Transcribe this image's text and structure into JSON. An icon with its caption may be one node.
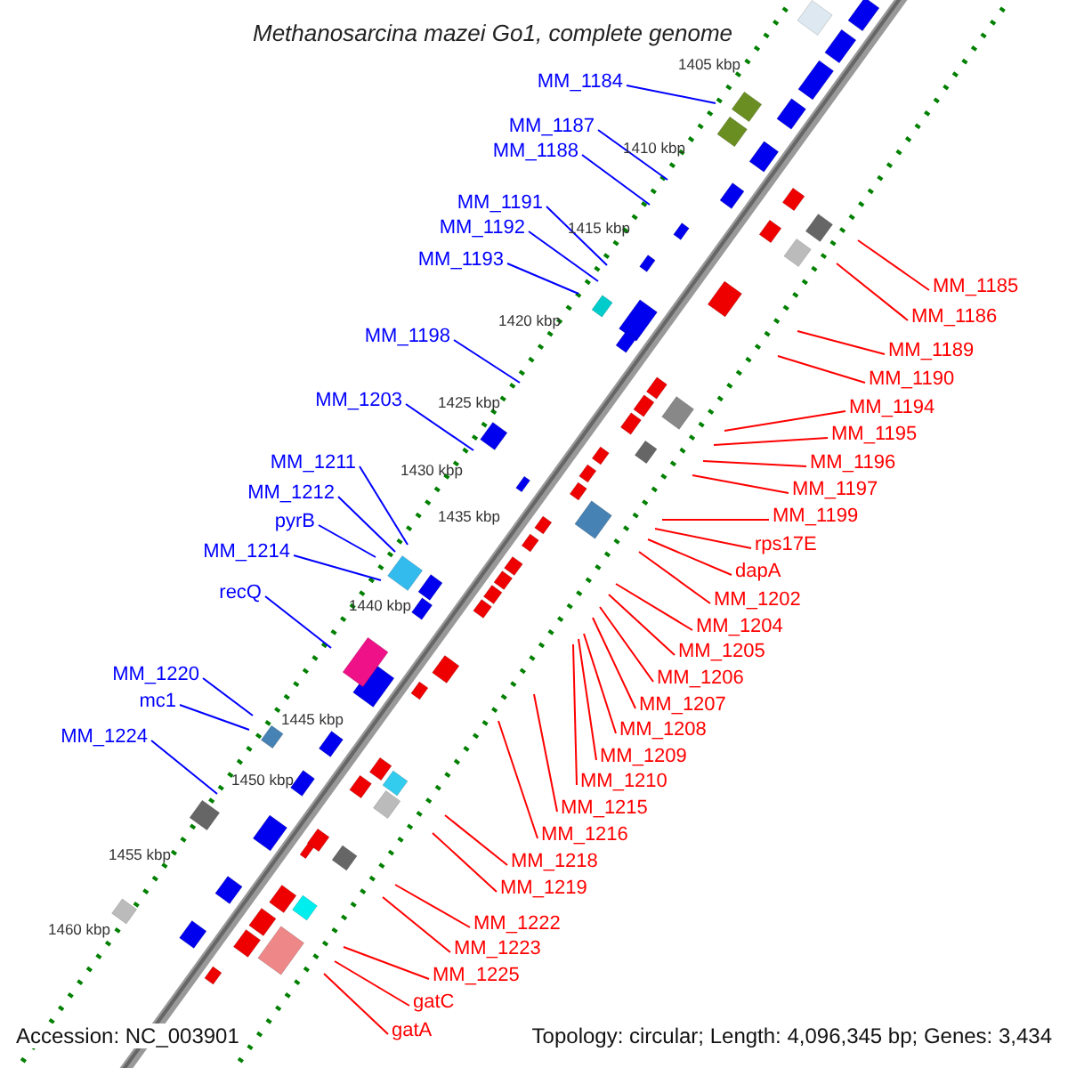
{
  "diagram": {
    "title": "Methanosarcina mazei Go1, complete genome",
    "nodes": [
      {
        "text": [
          "MM_1184"
        ]
      },
      {
        "text": [
          "MM_1187"
        ]
      },
      {
        "text": [
          "MM_1188"
        ]
      },
      {
        "text": [
          "MM_1191"
        ]
      },
      {
        "text": [
          "MM_1192"
        ]
      },
      {
        "text": [
          "MM_1193"
        ]
      },
      {
        "text": [
          "MM_1198"
        ]
      },
      {
        "text": [
          "MM_1203"
        ]
      },
      {
        "text": [
          "MM_1211"
        ]
      },
      {
        "text": [
          "MM_1212"
        ]
      },
      {
        "text": [
          "pyrB"
        ]
      },
      {
        "text": [
          "MM_1214"
        ]
      },
      {
        "text": [
          "recQ"
        ]
      },
      {
        "text": [
          "MM_1220"
        ]
      },
      {
        "text": [
          "mc1"
        ]
      },
      {
        "text": [
          "MM_1224"
        ]
      },
      {
        "text": [
          "MM_1185"
        ]
      },
      {
        "text": [
          "MM_1186"
        ]
      },
      {
        "text": [
          "MM_1189"
        ]
      },
      {
        "text": [
          "MM_1190"
        ]
      },
      {
        "text": [
          "MM_1194"
        ]
      },
      {
        "text": [
          "MM_1195"
        ]
      },
      {
        "text": [
          "MM_1196"
        ]
      },
      {
        "text": [
          "MM_1197"
        ]
      },
      {
        "text": [
          "MM_1199"
        ]
      },
      {
        "text": [
          "rps17E"
        ]
      },
      {
        "text": [
          "dapA"
        ]
      },
      {
        "text": [
          "MM_1202"
        ]
      },
      {
        "text": [
          "MM_1204"
        ]
      },
      {
        "text": [
          "MM_1205"
        ]
      },
      {
        "text": [
          "MM_1206"
        ]
      },
      {
        "text": [
          "MM_1207"
        ]
      },
      {
        "text": [
          "MM_1208"
        ]
      },
      {
        "text": [
          "MM_1209"
        ]
      },
      {
        "text": [
          "MM_1210"
        ]
      },
      {
        "text": [
          "MM_1215"
        ]
      },
      {
        "text": [
          "MM_1216"
        ]
      },
      {
        "text": [
          "MM_1218"
        ]
      },
      {
        "text": [
          "MM_1219"
        ]
      },
      {
        "text": [
          "MM_1222"
        ]
      },
      {
        "text": [
          "MM_1223"
        ]
      },
      {
        "text": [
          "MM_1225"
        ]
      },
      {
        "text": [
          "gatC"
        ]
      },
      {
        "text": [
          "gatA"
        ]
      }
    ],
    "edges": [
      {
        "from": 0,
        "to": null,
        "arrow": "none",
        "color": "#0000ff"
      },
      {
        "from": 1,
        "to": null,
        "arrow": "none",
        "color": "#0000ff"
      },
      {
        "from": 2,
        "to": null,
        "arrow": "none",
        "color": "#0000ff"
      },
      {
        "from": 3,
        "to": null,
        "arrow": "none",
        "color": "#0000ff"
      },
      {
        "from": 4,
        "to": null,
        "arrow": "none",
        "color": "#0000ff"
      },
      {
        "from": 5,
        "to": null,
        "arrow": "none",
        "color": "#0000ff"
      },
      {
        "from": 6,
        "to": null,
        "arrow": "none",
        "color": "#0000ff"
      },
      {
        "from": 7,
        "to": null,
        "arrow": "none",
        "color": "#0000ff"
      },
      {
        "from": 8,
        "to": null,
        "arrow": "none",
        "color": "#0000ff"
      },
      {
        "from": 9,
        "to": null,
        "arrow": "none",
        "color": "#0000ff"
      },
      {
        "from": 10,
        "to": null,
        "arrow": "none",
        "color": "#0000ff"
      },
      {
        "from": 11,
        "to": null,
        "arrow": "none",
        "color": "#0000ff"
      },
      {
        "from": 12,
        "to": null,
        "arrow": "none",
        "color": "#0000ff"
      },
      {
        "from": 13,
        "to": null,
        "arrow": "none",
        "color": "#0000ff"
      },
      {
        "from": 14,
        "to": null,
        "arrow": "none",
        "color": "#0000ff"
      },
      {
        "from": 15,
        "to": null,
        "arrow": "none",
        "color": "#0000ff"
      },
      {
        "from": 16,
        "to": null,
        "arrow": "none"
      },
      {
        "from": 17,
        "to": null,
        "arrow": "none"
      },
      {
        "from": 18,
        "to": null,
        "arrow": "none"
      },
      {
        "from": 19,
        "to": null,
        "arrow": "none"
      },
      {
        "from": 20,
        "to": null,
        "arrow": "none"
      },
      {
        "from": 21,
        "to": null,
        "arrow": "none"
      },
      {
        "from": 22,
        "to": null,
        "arrow": "none"
      },
      {
        "from": 23,
        "to": null,
        "arrow": "none"
      },
      {
        "from": 24,
        "to": null,
        "arrow": "none"
      },
      {
        "from": 25,
        "to": null,
        "arrow": "none"
      },
      {
        "from": 26,
        "to": null,
        "arrow": "none"
      },
      {
        "from": 27,
        "to": null,
        "arrow": "none"
      },
      {
        "from": 28,
        "to": null,
        "arrow": "none"
      },
      {
        "from": 29,
        "to": null,
        "arrow": "none"
      },
      {
        "from": 30,
        "to": null,
        "arrow": "none"
      },
      {
        "from": 31,
        "to": null,
        "arrow": "none"
      },
      {
        "from": 32,
        "to": null,
        "arrow": "none"
      },
      {
        "from": 33,
        "to": null,
        "arrow": "none"
      },
      {
        "from": 34,
        "to": null,
        "arrow": "none"
      },
      {
        "from": 35,
        "to": null,
        "arrow": "none"
      },
      {
        "from": 36,
        "to": null,
        "arrow": "none"
      },
      {
        "from": 37,
        "to": null,
        "arrow": "none"
      },
      {
        "from": 38,
        "to": null,
        "arrow": "none"
      },
      {
        "from": 39,
        "to": null,
        "arrow": "none"
      },
      {
        "from": 40,
        "to": null,
        "arrow": "none"
      },
      {
        "from": 41,
        "to": null,
        "arrow": "none"
      },
      {
        "from": 42,
        "to": null,
        "arrow": "none"
      },
      {
        "from": 43,
        "to": null,
        "arrow": "none"
      }
    ],
    "labels": [
      "1405 kbp",
      "1410 kbp",
      "1415 kbp",
      "1420 kbp",
      "1425 kbp",
      "1430 kbp",
      "1435 kbp",
      "1440 kbp",
      "1445 kbp",
      "1450 kbp",
      "1455 kbp",
      "1460 kbp",
      "Accession: NC_003901",
      "Topology: circular; Length: 4,096,345 bp; Genes: 3,434"
    ]
  }
}
